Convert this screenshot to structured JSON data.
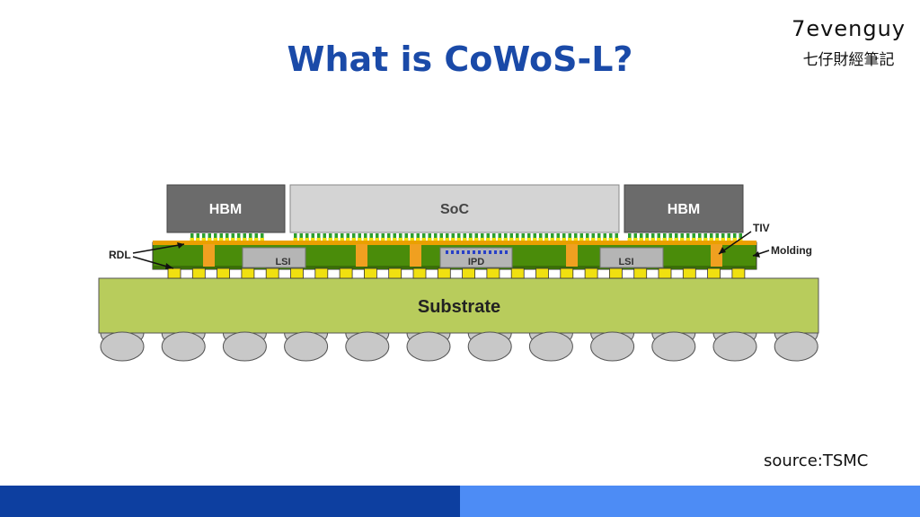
{
  "title": "What is CoWoS-L?",
  "brand": {
    "name": "7evenguy",
    "subtitle": "七仔財經筆記"
  },
  "source": "source:TSMC",
  "diagram": {
    "dies": {
      "hbm_left": "HBM",
      "soc": "SoC",
      "hbm_right": "HBM"
    },
    "components": {
      "lsi_left": "LSI",
      "ipd": "IPD",
      "lsi_right": "LSI"
    },
    "substrate": "Substrate",
    "callouts": {
      "rdl": "RDL",
      "tiv": "TIV",
      "molding": "Molding"
    }
  },
  "colors": {
    "title": "#1a4aa8",
    "hbm": "#6b6b6b",
    "soc": "#d4d4d4",
    "substrate": "#b8cc5c",
    "interposer": "#4a8c0a",
    "tiv": "#f0a020",
    "bump": "#f0e010",
    "ball": "#c8c8c8",
    "footer_dark": "#0d3fa0",
    "footer_light": "#4d8cf5"
  }
}
